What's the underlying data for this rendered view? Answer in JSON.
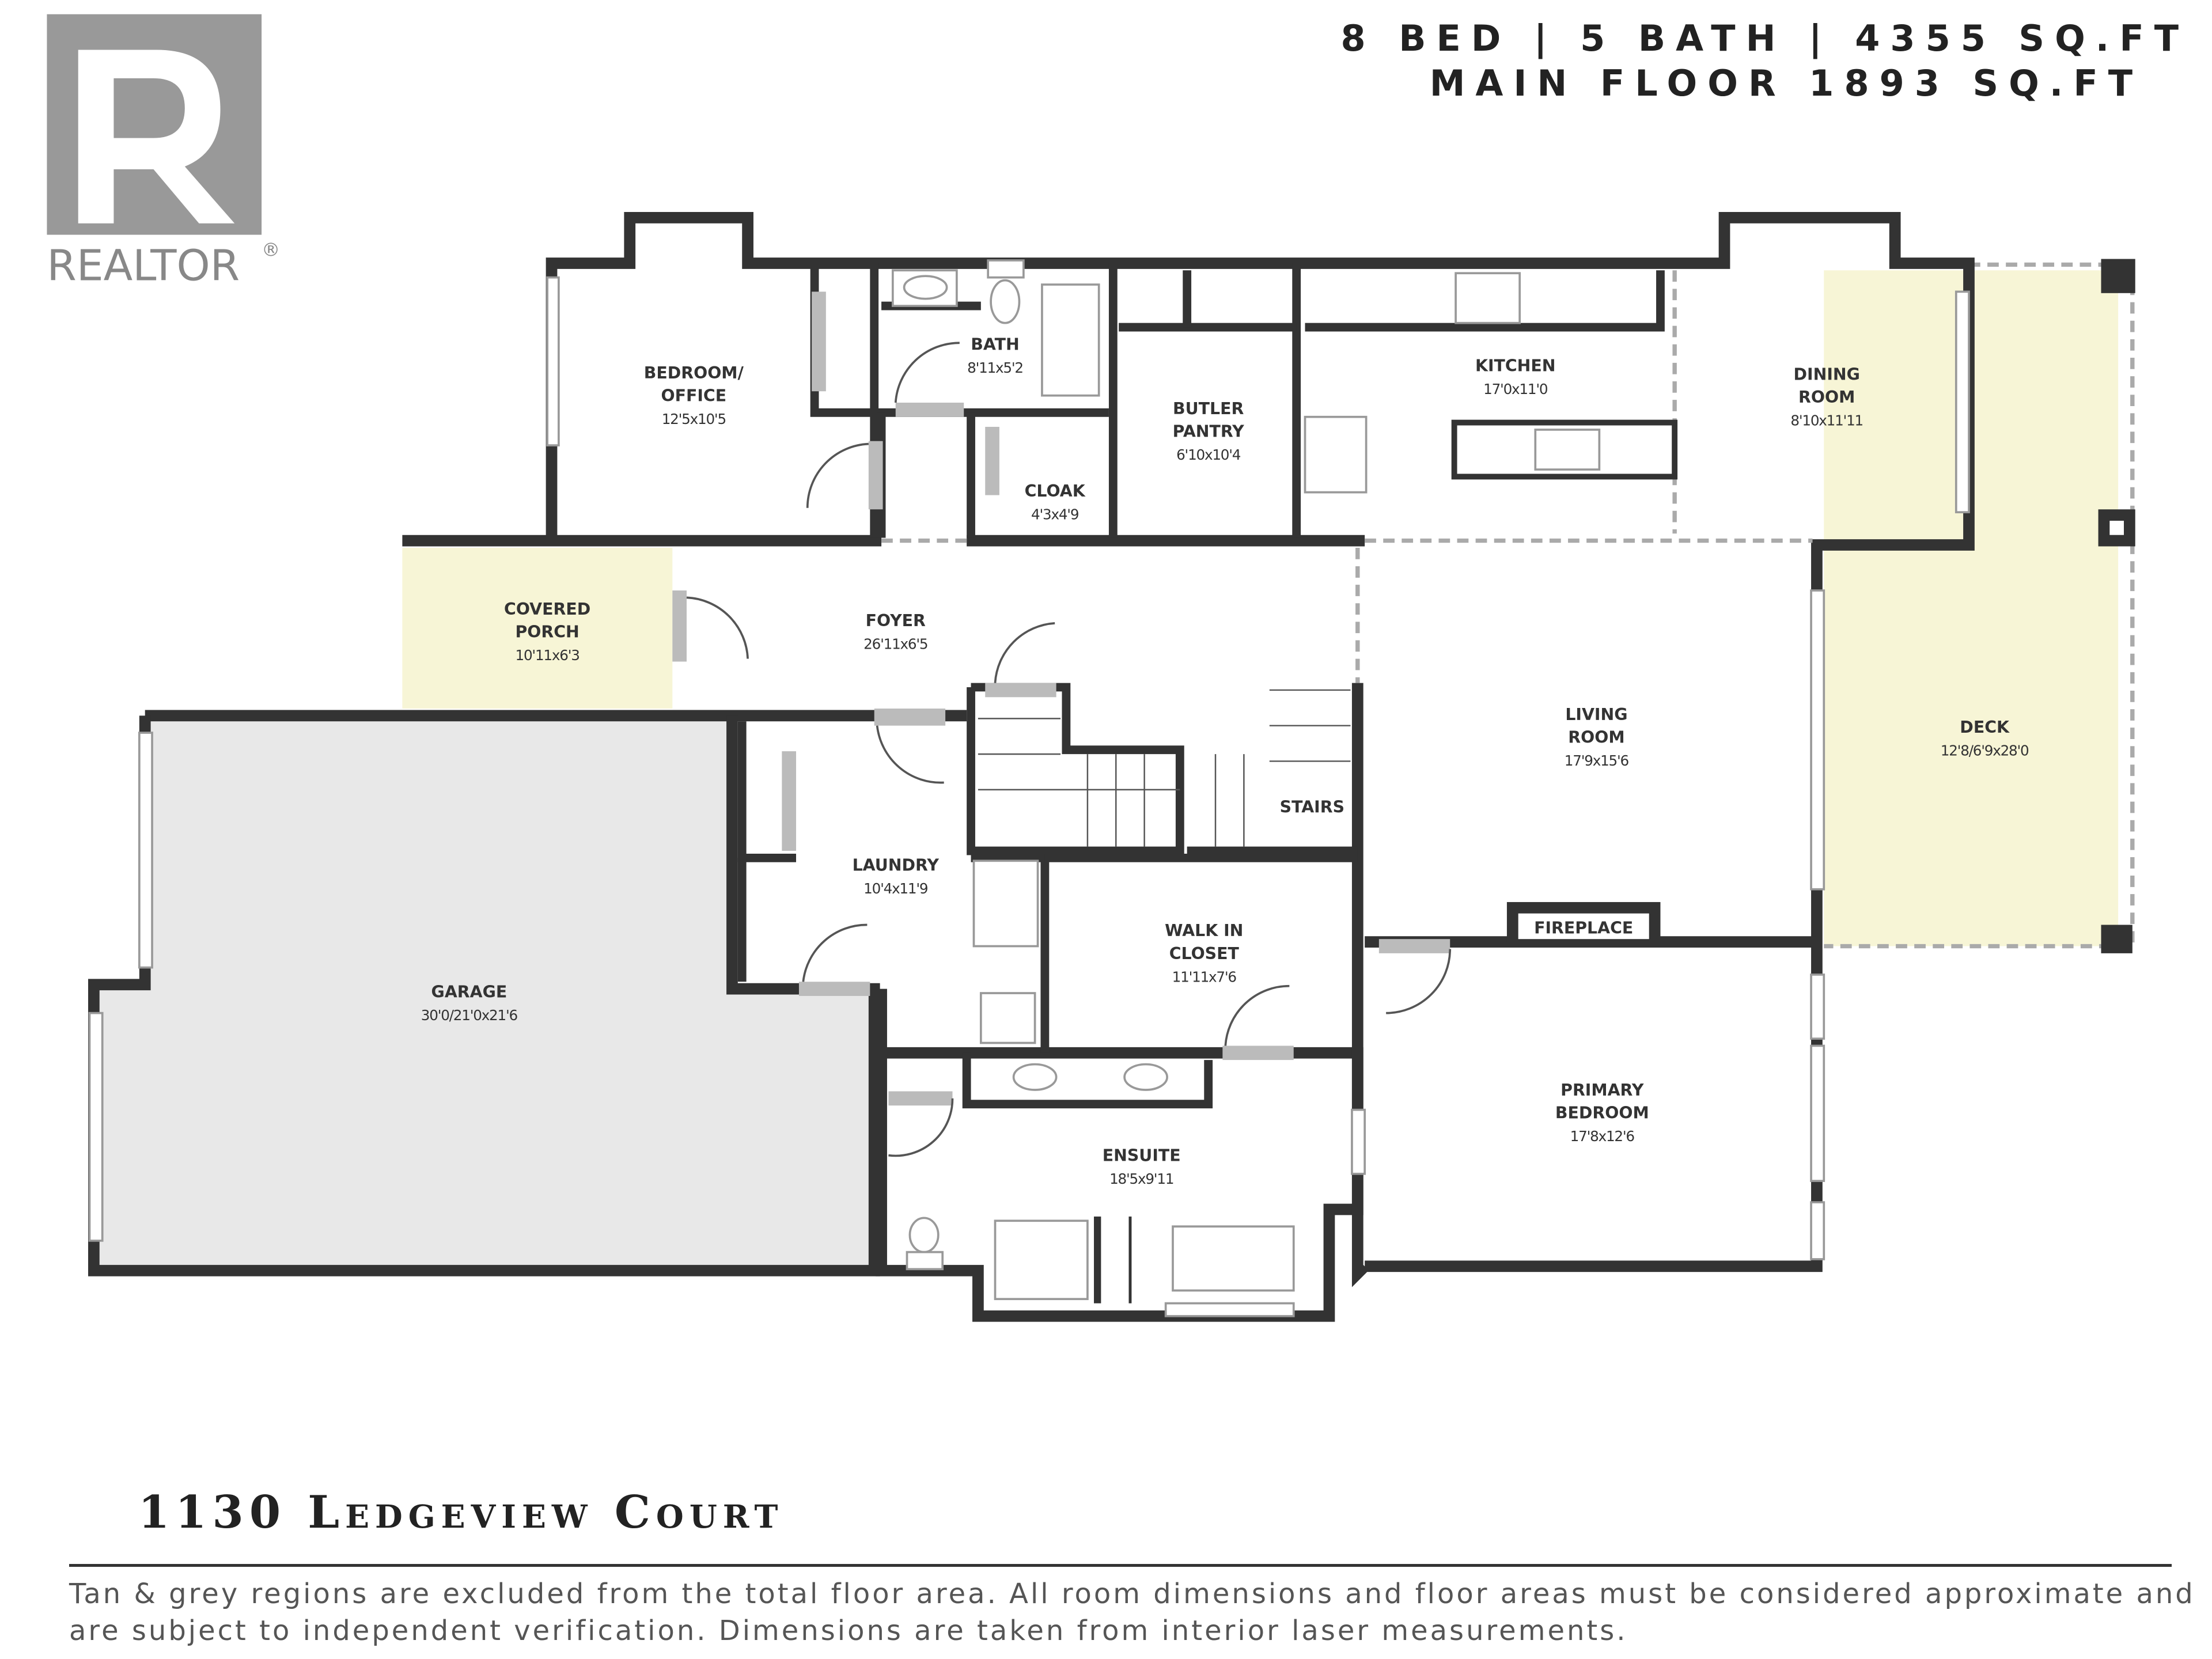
{
  "header": {
    "stats": "8 BED | 5 BATH | 4355 SQ.FT",
    "main_floor": "MAIN FLOOR 1893 SQ.FT"
  },
  "logo": {
    "text": "REALTOR",
    "mark": "®"
  },
  "rooms": {
    "bedroom_office": {
      "name1": "BEDROOM/",
      "name2": "OFFICE",
      "dim": "12'5x10'5"
    },
    "bath": {
      "name": "BATH",
      "dim": "8'11x5'2"
    },
    "cloak": {
      "name": "CLOAK",
      "dim": "4'3x4'9"
    },
    "butler_pantry": {
      "name1": "BUTLER",
      "name2": "PANTRY",
      "dim": "6'10x10'4"
    },
    "kitchen": {
      "name": "KITCHEN",
      "dim": "17'0x11'0"
    },
    "dining_room": {
      "name1": "DINING",
      "name2": "ROOM",
      "dim": "8'10x11'11"
    },
    "covered_porch": {
      "name1": "COVERED",
      "name2": "PORCH",
      "dim": "10'11x6'3"
    },
    "foyer": {
      "name": "FOYER",
      "dim": "26'11x6'5"
    },
    "living_room": {
      "name1": "LIVING",
      "name2": "ROOM",
      "dim": "17'9x15'6"
    },
    "deck": {
      "name": "DECK",
      "dim": "12'8/6'9x28'0"
    },
    "stairs": {
      "name": "STAIRS"
    },
    "laundry": {
      "name": "LAUNDRY",
      "dim": "10'4x11'9"
    },
    "garage": {
      "name": "GARAGE",
      "dim": "30'0/21'0x21'6"
    },
    "walk_in_closet": {
      "name1": "WALK IN",
      "name2": "CLOSET",
      "dim": "11'11x7'6"
    },
    "fireplace": {
      "name": "FIREPLACE"
    },
    "ensuite": {
      "name": "ENSUITE",
      "dim": "18'5x9'11"
    },
    "primary_bedroom": {
      "name1": "PRIMARY",
      "name2": "BEDROOM",
      "dim": "17'8x12'6"
    }
  },
  "colors": {
    "wall": "#333333",
    "excluded_tan": "#f7f5d6",
    "excluded_grey": "#e8e8e8",
    "door": "#bbbbbb"
  },
  "footer": {
    "address": "1130 Ledgeview Court",
    "disclaimer": "Tan & grey regions are excluded from the total floor area. All room dimensions and floor areas must be considered approximate and are subject to independent verification. Dimensions are taken from interior laser measurements."
  }
}
